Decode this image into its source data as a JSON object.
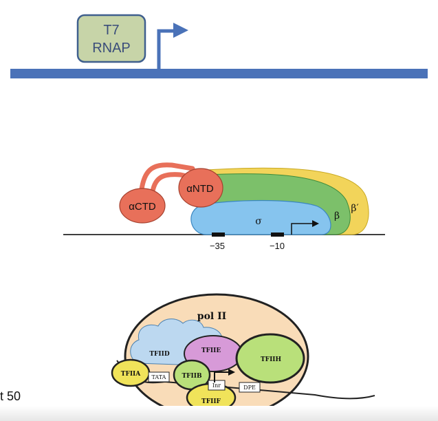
{
  "diagram1": {
    "t7_line1": "T7",
    "t7_line2": "RNAP",
    "colors": {
      "dna": "#4a72b8",
      "box_fill": "#c7d4a8",
      "box_border": "#3f5f8e",
      "arrow": "#4a72b8"
    }
  },
  "diagram2": {
    "actd_label": "αCTD",
    "antd_label": "αNTD",
    "sigma_label": "σ",
    "beta_label": "β",
    "beta_prime_label": "β′",
    "minus35_label": "−35",
    "minus10_label": "−10",
    "colors": {
      "alpha": "#e8705a",
      "sigma": "#86c4ee",
      "beta": "#7cc06a",
      "beta_prime": "#f2d45a"
    }
  },
  "diagram3": {
    "pol_label": "pol II",
    "tfiid_label": "TFIID",
    "tfiie_label": "TFIIE",
    "tfiih_label": "TFIIH",
    "tfiia_label": "TFIIA",
    "tata_label": "TATA",
    "tfiib_label": "TFIIB",
    "inr_label": "Inr",
    "dpe_label": "DPE",
    "tfiif_label": "TFIIF",
    "colors": {
      "pol": "#f9dcb8",
      "tfiid": "#bcd8f0",
      "tfiie": "#d79ad8",
      "green": "#b9e07a",
      "yellow": "#f0e35a"
    }
  },
  "footer": {
    "text": "t 50"
  }
}
